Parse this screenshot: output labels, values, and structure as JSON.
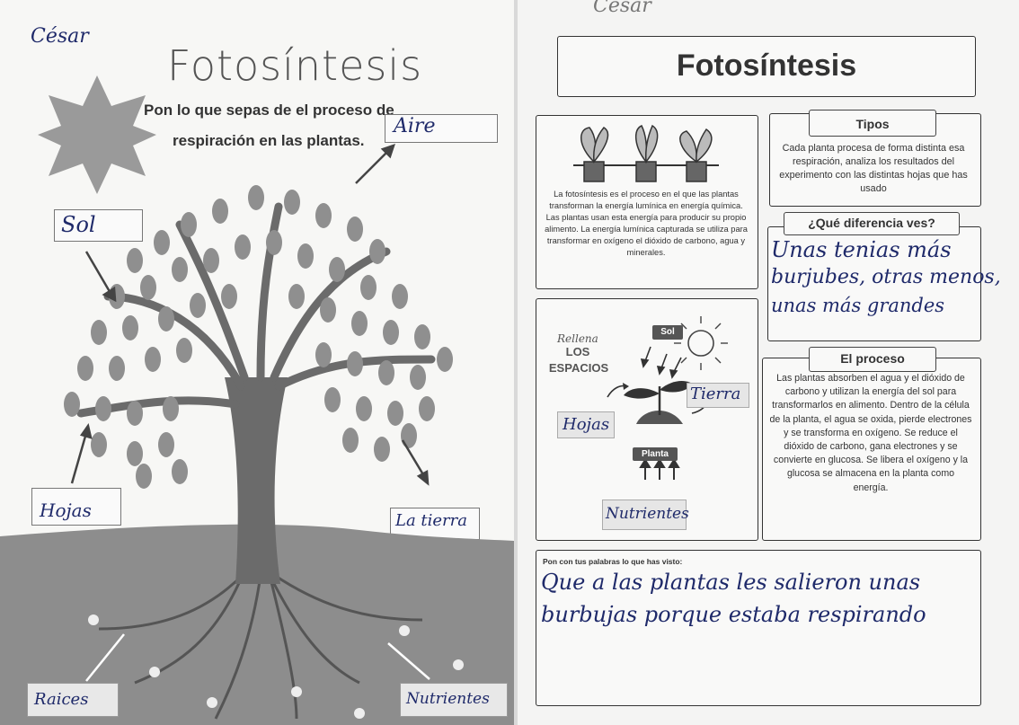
{
  "left_sheet": {
    "student_name": "César",
    "title": "Fotosíntesis",
    "instruction_line1": "Pon lo que sepas de el proceso de",
    "instruction_line2": "respiración en las plantas.",
    "answers": {
      "aire": "Aire",
      "sol": "Sol",
      "hojas": "Hojas",
      "tierra": "La tierra",
      "raices": "Raices",
      "nutrientes": "Nutrientes"
    }
  },
  "right_sheet": {
    "student_name": "César",
    "title": "Fotosíntesis",
    "intro_text": "La fotosíntesis es el proceso en el que las plantas transforman la energía lumínica en energía química. Las plantas usan esta energía para producir su propio alimento. La energía lumínica capturada se utiliza para transformar en oxígeno el dióxido de carbono, agua y minerales.",
    "tipos": {
      "heading": "Tipos",
      "text": "Cada planta procesa de forma distinta esa respiración, analiza los resultados del experimento con las distintas hojas que has usado"
    },
    "diferencia": {
      "heading": "¿Qué diferencia ves?",
      "answer_line1": "Unas tenias más",
      "answer_line2": "burjubes, otras menos,",
      "answer_line3": "unas más grandes"
    },
    "rellena": {
      "script": "Rellena",
      "line1": "LOS",
      "line2": "ESPACIOS",
      "sol_label": "Sol",
      "planta_label": "Planta",
      "answer_hojas": "Hojas",
      "answer_tierra": "Tierra",
      "answer_nutrientes": "Nutrientes"
    },
    "proceso": {
      "heading": "El proceso",
      "text": "Las plantas absorben el agua y el dióxido de carbono y utilizan la energía del sol para transformarlos en alimento. Dentro de la célula de la planta, el agua se oxida, pierde electrones y se transforma en oxígeno. Se reduce el dióxido de carbono, gana electrones y se convierte en glucosa. Se libera el oxígeno y la glucosa se almacena en la planta como energía."
    },
    "palabras": {
      "prompt": "Pon con tus palabras lo que has visto:",
      "answer_line1": "Que a las plantas les salieron unas",
      "answer_line2": "burbujas porque estaba respirando"
    }
  }
}
